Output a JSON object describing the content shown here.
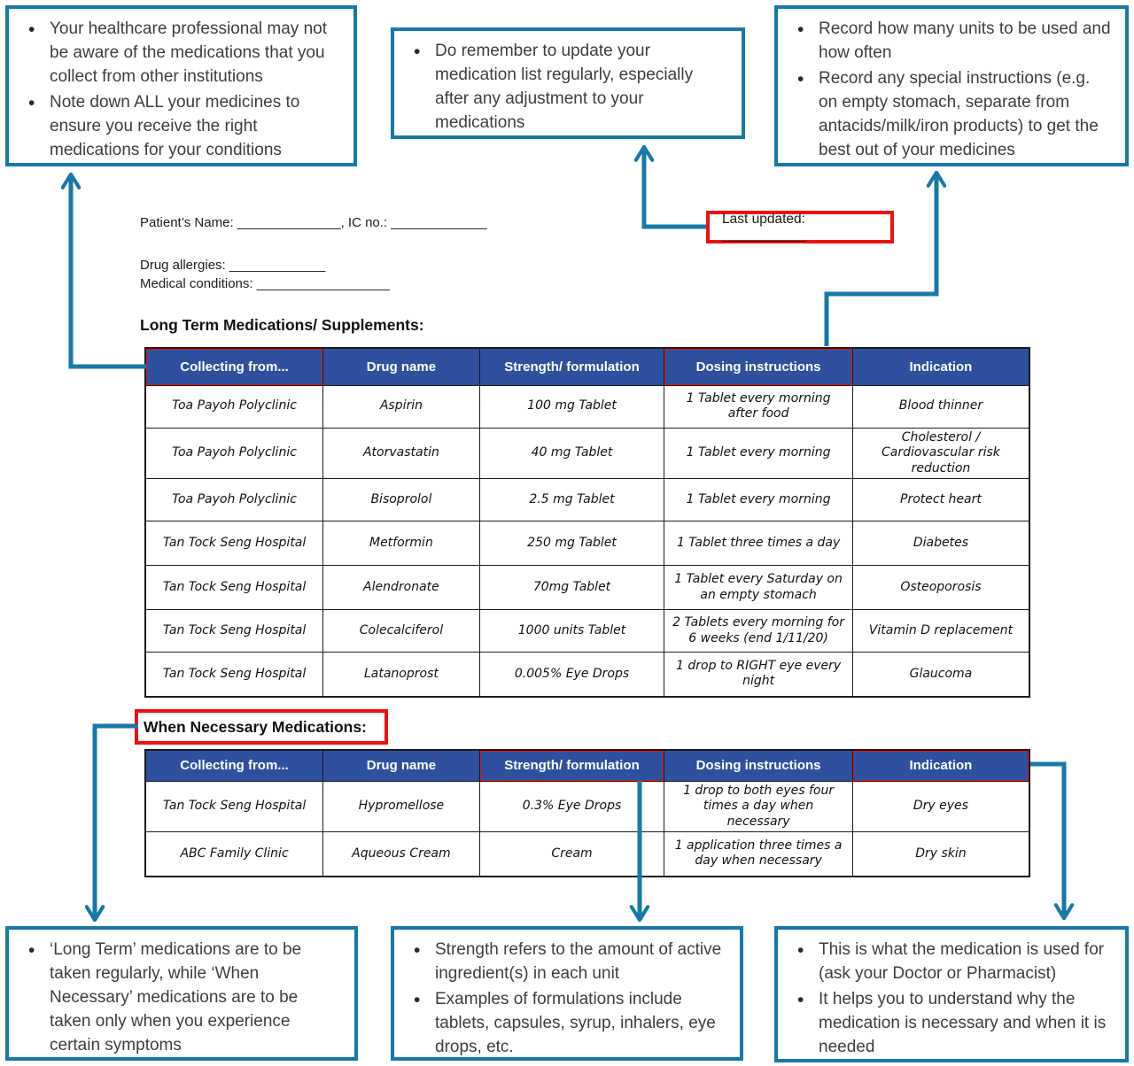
{
  "colors": {
    "accent_blue": "#1878A8",
    "header_blue": "#2E509E",
    "highlight_red": "#EE1111",
    "text_dark": "#3d3d3d"
  },
  "callouts": {
    "top_left": {
      "bullets": [
        "Your healthcare professional may not be aware of the medications that you collect from other institutions",
        "Note down ALL your medicines to ensure you receive the right medications for your conditions"
      ]
    },
    "top_center": {
      "bullets": [
        "Do remember to update your medication list regularly, especially after any adjustment to your medications"
      ]
    },
    "top_right": {
      "bullets": [
        "Record how many units to be used and how often",
        "Record any special instructions (e.g. on empty stomach, separate from antacids/milk/iron products) to get the best out of your medicines"
      ]
    },
    "bottom_left": {
      "bullets": [
        "‘Long Term’ medications are to be taken regularly, while ‘When Necessary’ medications are to be taken only when you experience certain symptoms"
      ]
    },
    "bottom_center": {
      "bullets": [
        "Strength refers to the amount of active ingredient(s) in each unit",
        "Examples of formulations include tablets, capsules, syrup, inhalers, eye drops, etc."
      ]
    },
    "bottom_right": {
      "bullets": [
        "This is what the medication is used for (ask your Doctor or Pharmacist)",
        "It helps you to understand why the medication is necessary and when it is needed"
      ]
    }
  },
  "patient": {
    "name_line": "Patient’s Name: ______________, IC no.: _____________",
    "allergies_line": "Drug allergies: _____________",
    "conditions_line": "Medical conditions: __________________",
    "last_updated_label": "Last updated: ___________"
  },
  "long_term": {
    "title": "Long Term Medications/ Supplements:",
    "headers": [
      "Collecting from...",
      "Drug name",
      "Strength/ formulation",
      "Dosing instructions",
      "Indication"
    ],
    "rows": [
      [
        "Toa Payoh Polyclinic",
        "Aspirin",
        "100 mg Tablet",
        "1 Tablet every morning after food",
        "Blood thinner"
      ],
      [
        "Toa Payoh Polyclinic",
        "Atorvastatin",
        "40 mg Tablet",
        "1 Tablet every morning",
        "Cholesterol / Cardiovascular risk reduction"
      ],
      [
        "Toa Payoh Polyclinic",
        "Bisoprolol",
        "2.5 mg Tablet",
        "1 Tablet every morning",
        "Protect heart"
      ],
      [
        "Tan Tock Seng Hospital",
        "Metformin",
        "250 mg Tablet",
        "1 Tablet three times a day",
        "Diabetes"
      ],
      [
        "Tan Tock Seng Hospital",
        "Alendronate",
        "70mg Tablet",
        "1 Tablet every Saturday on an empty stomach",
        "Osteoporosis"
      ],
      [
        "Tan Tock Seng Hospital",
        "Colecalciferol",
        "1000 units Tablet",
        "2 Tablets every morning for 6 weeks (end 1/11/20)",
        "Vitamin D replacement"
      ],
      [
        "Tan Tock Seng Hospital",
        "Latanoprost",
        "0.005% Eye Drops",
        "1 drop to RIGHT eye every night",
        "Glaucoma"
      ]
    ]
  },
  "when_necessary": {
    "title": "When Necessary Medications:",
    "headers": [
      "Collecting from...",
      "Drug name",
      "Strength/ formulation",
      "Dosing instructions",
      "Indication"
    ],
    "rows": [
      [
        "Tan Tock Seng Hospital",
        "Hypromellose",
        "0.3% Eye Drops",
        "1 drop to both eyes four times a day when necessary",
        "Dry eyes"
      ],
      [
        "ABC Family Clinic",
        "Aqueous Cream",
        "Cream",
        "1 application three times a day when necessary",
        "Dry skin"
      ]
    ]
  }
}
